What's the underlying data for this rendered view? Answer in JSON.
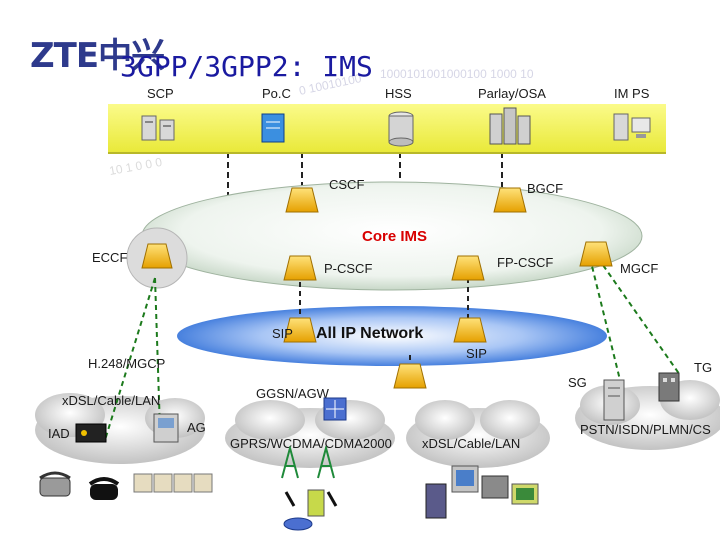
{
  "header": {
    "logo": "ZTE中兴",
    "title": "3GPP/3GPP2: IMS"
  },
  "service_layer": {
    "scp": "SCP",
    "poc": "Po.C",
    "hss": "HSS",
    "parlay": "Parlay/OSA",
    "imps": "IM PS"
  },
  "core": {
    "title": "Core IMS",
    "cscf": "CSCF",
    "bgcf": "BGCF",
    "eccf": "ECCF",
    "pcscf": "P-CSCF",
    "fpcscf": "FP-CSCF",
    "mgcf": "MGCF"
  },
  "network": {
    "title": "All IP Network",
    "sip_left": "SIP",
    "sip_right": "SIP",
    "h248": "H.248/MGCP",
    "tg": "TG",
    "sg": "SG"
  },
  "access": {
    "dsl_left": "xDSL/Cable/LAN",
    "iad": "IAD",
    "ag": "AG",
    "ggsn": "GGSN/AGW",
    "gprs": "GPRS/WCDMA/CDMA2000",
    "dsl_right": "xDSL/Cable/LAN",
    "pstn": "PSTN/ISDN/PLMN/CS"
  },
  "colors": {
    "title": "#1a1aa0",
    "core_title": "#d80000",
    "service_bar": "#f2f25a",
    "core_ring": "#e8f0e8",
    "ip_network": "#4a86e8",
    "node": "#f5b800"
  }
}
